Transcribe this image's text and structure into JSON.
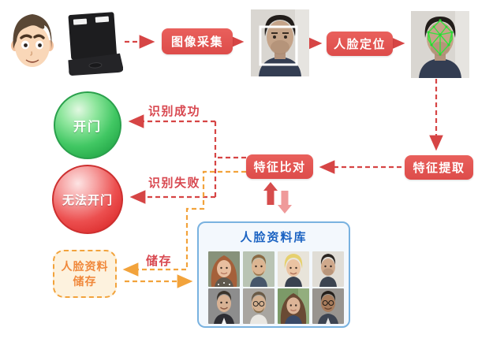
{
  "flow": {
    "capture_label": "图像采集",
    "locate_label": "人脸定位",
    "extract_label": "特征提取",
    "compare_label": "特征比对"
  },
  "results": {
    "success_label": "识别成功",
    "open_label": "开门",
    "fail_label": "识别失败",
    "deny_label": "无法开门"
  },
  "storage": {
    "store_label": "储存",
    "box_line1": "人脸资料",
    "box_line2": "储存"
  },
  "database": {
    "title": "人脸资料库",
    "photos": [
      "woman-long-auburn-hair",
      "man-light-brown-beard",
      "woman-short-blonde",
      "man-dark-hair-stubble",
      "man-smiling-dark-suit",
      "man-glasses-beard-grey-bg",
      "woman-brown-hair-outdoors",
      "man-glasses-smiling-jacket"
    ]
  },
  "icons": {
    "person": "cartoon-face-icon",
    "terminal": "recognition-terminal-icon",
    "sync": "two-way-compare-icon"
  },
  "colors": {
    "flow_red": "#d64545",
    "flow_orange": "#f2a33c",
    "node_red": "#e05251",
    "label_red": "#d84850",
    "open_green": "#2fb457",
    "deny_red": "#e63c3c",
    "db_border_blue": "#79b2e0",
    "db_title_blue": "#1a62c2",
    "storage_orange": "#f0883b",
    "mesh_green": "#35e23c",
    "frame_white": "#ffffff"
  }
}
